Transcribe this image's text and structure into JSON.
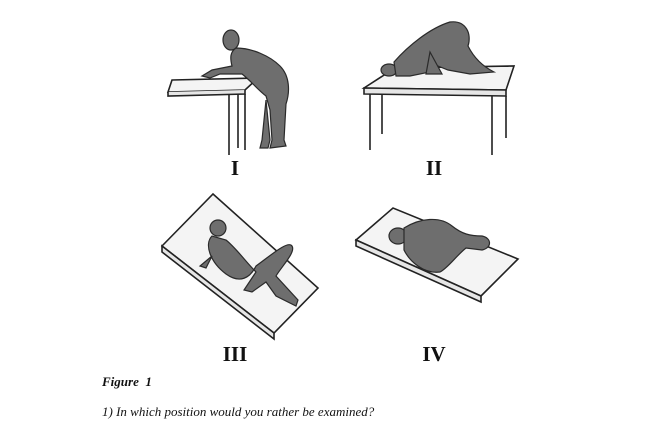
{
  "figure": {
    "panels": [
      {
        "label": "I"
      },
      {
        "label": "II"
      },
      {
        "label": "III"
      },
      {
        "label": "IV"
      }
    ],
    "caption": "Figure  1",
    "question": "1) In which position would you rather be examined?"
  },
  "colors": {
    "figure_fill": "#6e6e6e",
    "figure_outline": "#2a2a2a",
    "table_top": "#f4f4f4",
    "line": "#222222"
  }
}
